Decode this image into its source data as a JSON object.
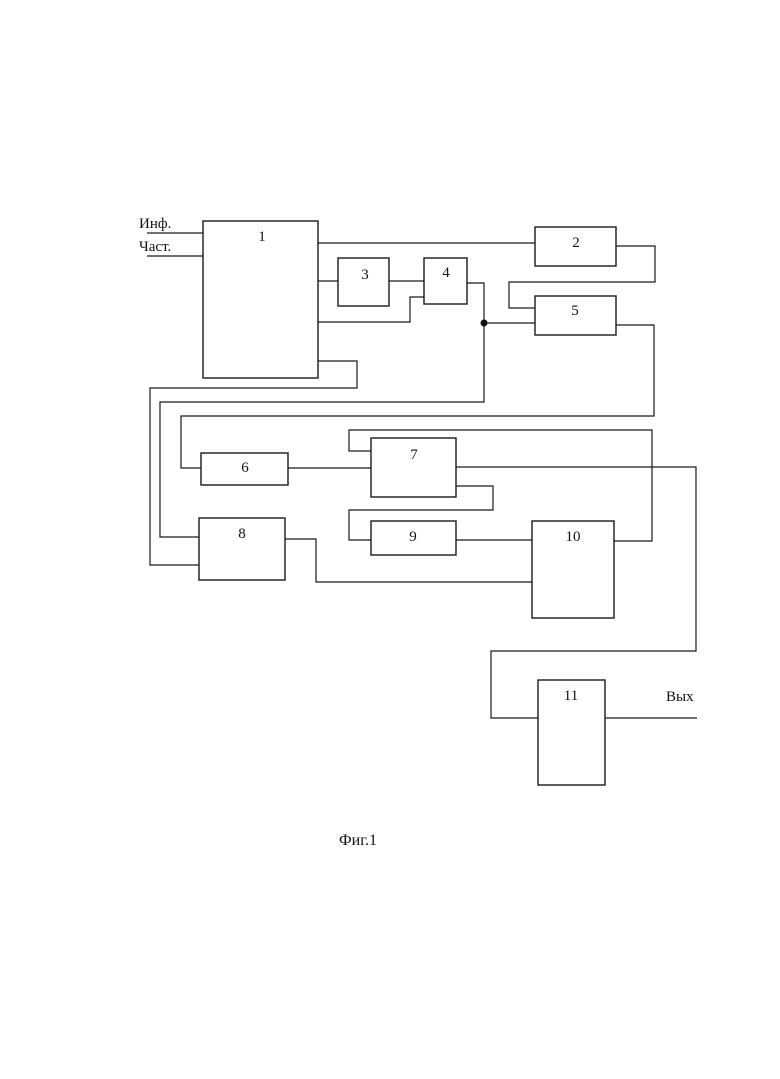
{
  "inputs": {
    "info": "Инф.",
    "freq": "Част."
  },
  "output": {
    "label": "Вых"
  },
  "caption": "Фиг.1",
  "blocks": [
    {
      "id": "1",
      "label": "1"
    },
    {
      "id": "2",
      "label": "2"
    },
    {
      "id": "3",
      "label": "3"
    },
    {
      "id": "4",
      "label": "4"
    },
    {
      "id": "5",
      "label": "5"
    },
    {
      "id": "6",
      "label": "6"
    },
    {
      "id": "7",
      "label": "7"
    },
    {
      "id": "8",
      "label": "8"
    },
    {
      "id": "9",
      "label": "9"
    },
    {
      "id": "10",
      "label": "10"
    },
    {
      "id": "11",
      "label": "11"
    }
  ],
  "colors": {
    "line": "#1a1a1a",
    "background": "#ffffff"
  }
}
